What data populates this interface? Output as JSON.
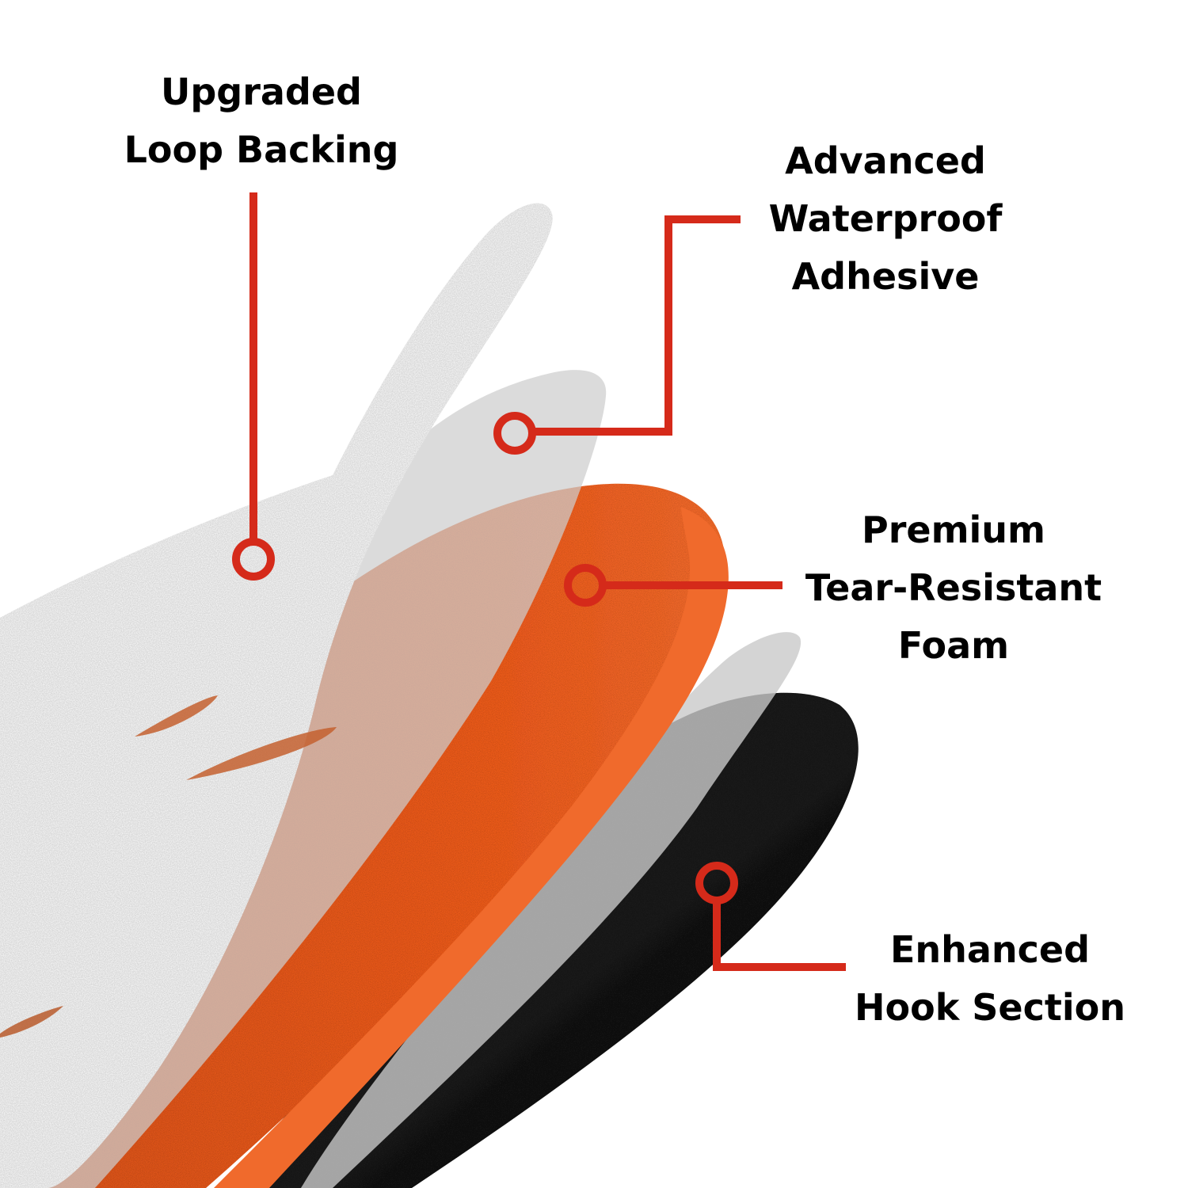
{
  "colors": {
    "leader": "#d52a1a",
    "loop_backing": "#dcdcdc",
    "adhesive_film": "#cfcfcf",
    "foam": "#e6561f",
    "foam_dark": "#b9441a",
    "hook": "#161616",
    "text": "#000000"
  },
  "labels": {
    "loop_backing": [
      "Upgraded",
      "Loop Backing"
    ],
    "adhesive": [
      "Advanced",
      "Waterproof",
      "Adhesive"
    ],
    "foam": [
      "Premium",
      "Tear-Resistant",
      "Foam"
    ],
    "hook": [
      "Enhanced",
      "Hook Section"
    ]
  },
  "icons": {
    "marker": "callout-ring-icon"
  }
}
